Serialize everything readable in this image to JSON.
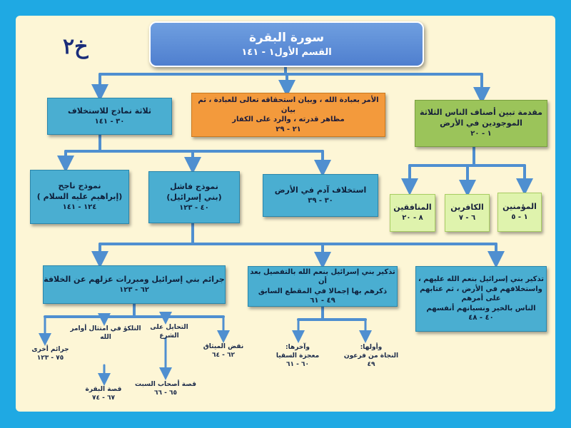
{
  "badge": "خ٢",
  "title": {
    "main": "سورة البقرة",
    "sub": "القسم الأول١ - ١٤١"
  },
  "level1": {
    "right": {
      "line1": "مقدمة تبين أصناف الناس الثلاثة",
      "line2": "الموجودين في الأرض",
      "range": "١ - ٢٠"
    },
    "center": {
      "line1": "الأمر بعبادة الله ، وبيان استحقاقه تعالى للعبادة ، ثم بيان",
      "line2": "مظاهر قدرته ، والرد على الكفار",
      "range": "٢١ - ٢٩"
    },
    "left": {
      "line1": "ثلاثة نماذج للاستخلاف",
      "range": "٣٠ - ١٤١"
    }
  },
  "people": [
    {
      "label": "المؤمنين",
      "range": "١ - ٥"
    },
    {
      "label": "الكافرين",
      "range": "٦ - ٧"
    },
    {
      "label": "المنافقين",
      "range": "٨ - ٢٠"
    }
  ],
  "models": {
    "adam": {
      "line1": "استخلاف آدم في الأرض",
      "range": "٣٠ - ٣٩"
    },
    "failed": {
      "line1": "نموذج فاشل",
      "line2": "(بني إسرائيل)",
      "range": "٤٠ - ١٢٣"
    },
    "success": {
      "line1": "نموذج ناجح",
      "line2": "(إبراهيم عليه السلام )",
      "range": "١٢٤ - ١٤١"
    }
  },
  "level3": {
    "right": {
      "line1": "تذكير بني إسرائيل بنعم الله عليهم ،",
      "line2": "واستخلافهم في الأرض ، ثم عتابهم على أمرهم",
      "line3": "الناس بالخير ونسيانهم أنفسهم",
      "range": "٤٠ - ٤٨"
    },
    "center": {
      "line1": "تذكير بني إسرائيل بنعم الله بالتفصيل بعد أن",
      "line2": "ذكرهم بها إجمالا في المقطع السابق",
      "range": "٤٩ - ٦١"
    },
    "left": {
      "line1": "جرائم بني إسرائيل ومبررات عزلهم عن الخلافة",
      "range": "٦٢ - ١٢٣"
    }
  },
  "blessings": [
    {
      "line1": "وأولها:",
      "line2": "النجاة من فرعون",
      "range": "٤٩"
    },
    {
      "line1": "وآخرها:",
      "line2": "معجزة السقيا",
      "range": "٦٠ - ٦١"
    }
  ],
  "crimes": [
    {
      "line1": "نقض الميثاق",
      "range": "٦٢ - ٦٤"
    },
    {
      "line1": "التحايل على الشرع",
      "range": ""
    },
    {
      "line1": "التلكؤ في امتثال أوامر",
      "line2": "الله",
      "range": ""
    },
    {
      "line1": "جرائم أخرى",
      "range": "٧٥ - ١٢٣"
    }
  ],
  "stories": [
    {
      "line1": "قصة أصحاب السبت",
      "range": "٦٥ - ٦٦"
    },
    {
      "line1": "قصة البقرة",
      "range": "٦٧ - ٧٤"
    }
  ],
  "colors": {
    "frame": "#1fa9e3",
    "panel": "#fdf6d6",
    "box": "#4aaed1",
    "arrow": "#4f8fd0",
    "orange": "#f39a3c",
    "green": "#9bc45a"
  }
}
